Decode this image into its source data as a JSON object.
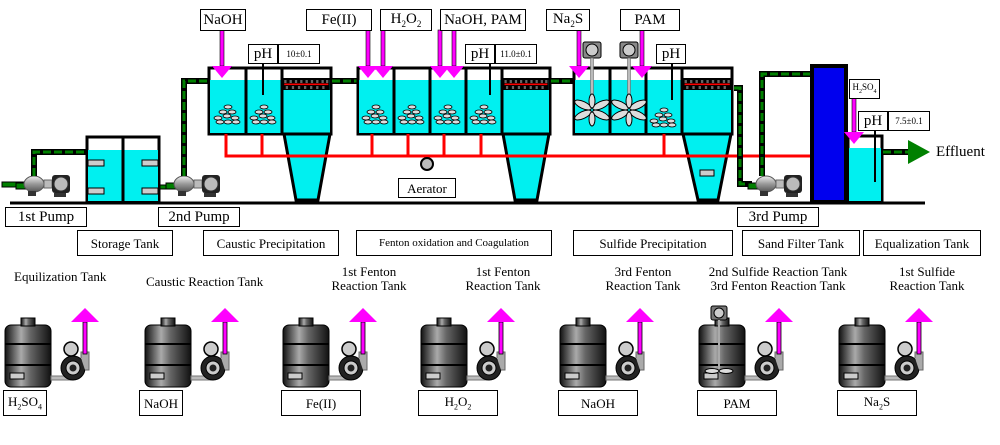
{
  "diagram": {
    "colors": {
      "water": "#00f0f0",
      "chemical_feed": "#ff00ff",
      "pipe_green": "#008000",
      "air_line": "#ff0000",
      "sand_filter": "#0000ee",
      "effluent_arrow": "#008000"
    },
    "top_chemicals": {
      "naoh_1": "NaOH",
      "fe": "Fe(II)",
      "h2o2_main": "H",
      "h2o2_sub1": "2",
      "h2o2_o": "O",
      "h2o2_sub2": "2",
      "naoh_pam": "NaOH, PAM",
      "na2s_main": "Na",
      "na2s_sub": "2",
      "na2s_s": "S",
      "pam": "PAM",
      "h2so4_h": "H",
      "h2so4_sub1": "2",
      "h2so4_so": "SO",
      "h2so4_sub2": "4"
    },
    "ph_sensors": [
      {
        "label": "pH",
        "value": "10±0.1"
      },
      {
        "label": "pH",
        "value": "11.0±0.1"
      },
      {
        "label": "pH",
        "value": ""
      },
      {
        "label": "pH",
        "value": "7.5±0.1"
      }
    ],
    "aerator": "Aerator",
    "effluent": "Effluent",
    "pumps": [
      "1st Pump",
      "2nd Pump",
      "3rd Pump"
    ],
    "stages": [
      "Storage Tank",
      "Caustic Precipitation",
      "Fenton oxidation and Coagulation",
      "Sulfide Precipitation",
      "Sand Filter Tank",
      "Equalization Tank"
    ],
    "dosing_units": [
      {
        "target": "Equilization Tank",
        "chemical": "H2SO4",
        "chem_main": "H",
        "sub1": "2",
        "mid": "SO",
        "sub2": "4"
      },
      {
        "target": "Caustic Reaction Tank",
        "chemical": "NaOH"
      },
      {
        "target_line1": "1st Fenton",
        "target_line2": "Reaction Tank",
        "chemical": "Fe(II)"
      },
      {
        "target_line1": "1st Fenton",
        "target_line2": "Reaction Tank",
        "chemical": "H2O2",
        "chem_main": "H",
        "sub1": "2",
        "mid": "O",
        "sub2": "2"
      },
      {
        "target_line1": "3rd Fenton",
        "target_line2": "Reaction Tank",
        "chemical": "NaOH"
      },
      {
        "target_line1": "2nd Sulfide Reaction Tank",
        "target_line2": "3rd Fenton Reaction Tank",
        "chemical": "PAM"
      },
      {
        "target_line1": "1st Sulfide",
        "target_line2": "Reaction Tank",
        "chemical": "Na2S",
        "chem_main": "Na",
        "sub1": "2",
        "mid": "S"
      }
    ]
  }
}
